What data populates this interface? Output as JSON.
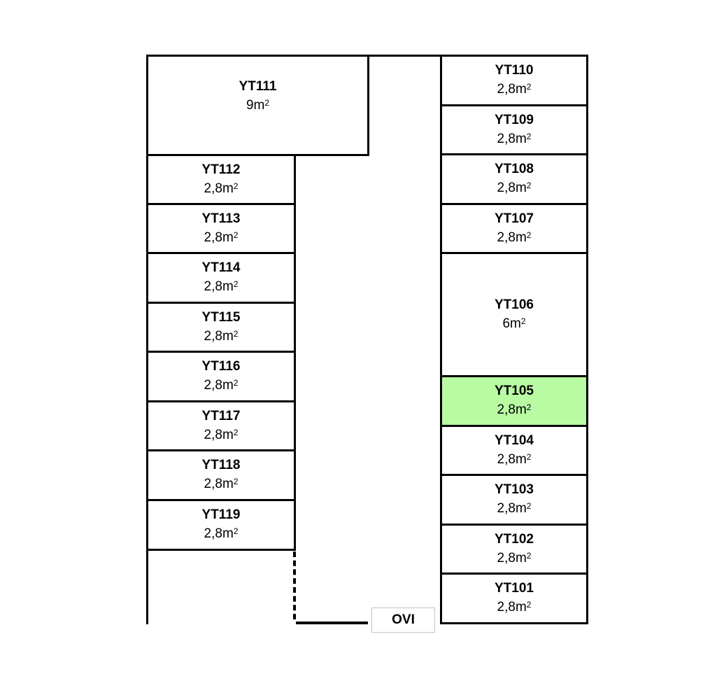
{
  "units": {
    "YT111": {
      "name": "YT111",
      "area": "9m",
      "sup": "2"
    },
    "YT112": {
      "name": "YT112",
      "area": "2,8m",
      "sup": "2"
    },
    "YT113": {
      "name": "YT113",
      "area": "2,8m",
      "sup": "2"
    },
    "YT114": {
      "name": "YT114",
      "area": "2,8m",
      "sup": "2"
    },
    "YT115": {
      "name": "YT115",
      "area": "2,8m",
      "sup": "2"
    },
    "YT116": {
      "name": "YT116",
      "area": "2,8m",
      "sup": "2"
    },
    "YT117": {
      "name": "YT117",
      "area": "2,8m",
      "sup": "2"
    },
    "YT118": {
      "name": "YT118",
      "area": "2,8m",
      "sup": "2"
    },
    "YT119": {
      "name": "YT119",
      "area": "2,8m",
      "sup": "2"
    },
    "YT110": {
      "name": "YT110",
      "area": "2,8m",
      "sup": "2"
    },
    "YT109": {
      "name": "YT109",
      "area": "2,8m",
      "sup": "2"
    },
    "YT108": {
      "name": "YT108",
      "area": "2,8m",
      "sup": "2"
    },
    "YT107": {
      "name": "YT107",
      "area": "2,8m",
      "sup": "2"
    },
    "YT106": {
      "name": "YT106",
      "area": "6m",
      "sup": "2"
    },
    "YT105": {
      "name": "YT105",
      "area": "2,8m",
      "sup": "2"
    },
    "YT104": {
      "name": "YT104",
      "area": "2,8m",
      "sup": "2"
    },
    "YT103": {
      "name": "YT103",
      "area": "2,8m",
      "sup": "2"
    },
    "YT102": {
      "name": "YT102",
      "area": "2,8m",
      "sup": "2"
    },
    "YT101": {
      "name": "YT101",
      "area": "2,8m",
      "sup": "2"
    }
  },
  "door": {
    "label": "OVI"
  },
  "colors": {
    "highlight": "#b8fba3"
  }
}
